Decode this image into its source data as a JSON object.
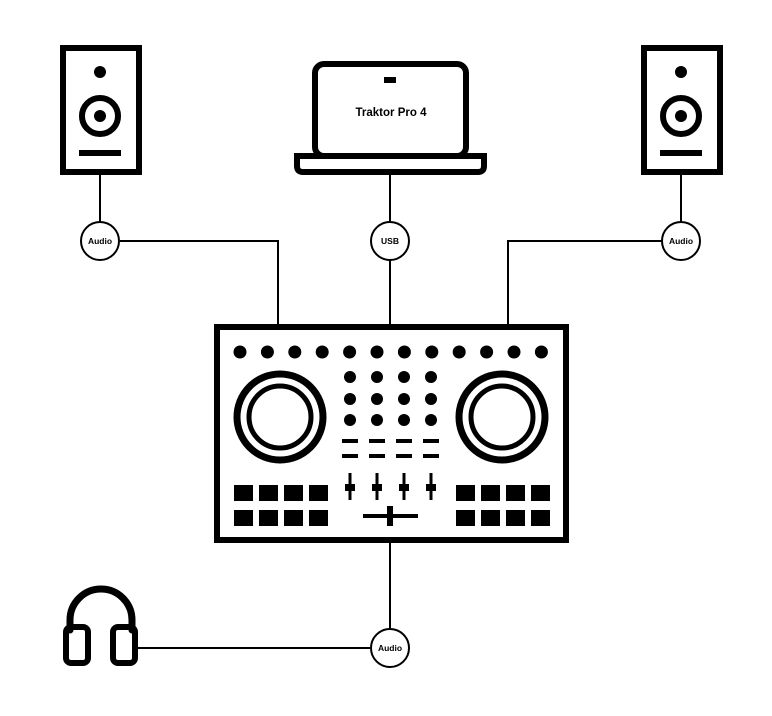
{
  "laptop": {
    "label": "Traktor Pro 4",
    "icon": "laptop-icon"
  },
  "speakers": [
    {
      "name": "speaker-left",
      "icon": "speaker-icon"
    },
    {
      "name": "speaker-right",
      "icon": "speaker-icon"
    }
  ],
  "connections": {
    "left_speaker": "Audio",
    "laptop": "USB",
    "right_speaker": "Audio",
    "headphones": "Audio"
  },
  "controller": {
    "icon": "dj-controller-icon"
  },
  "headphones": {
    "icon": "headphones-icon"
  },
  "colors": {
    "stroke": "#000000",
    "background": "#ffffff"
  }
}
